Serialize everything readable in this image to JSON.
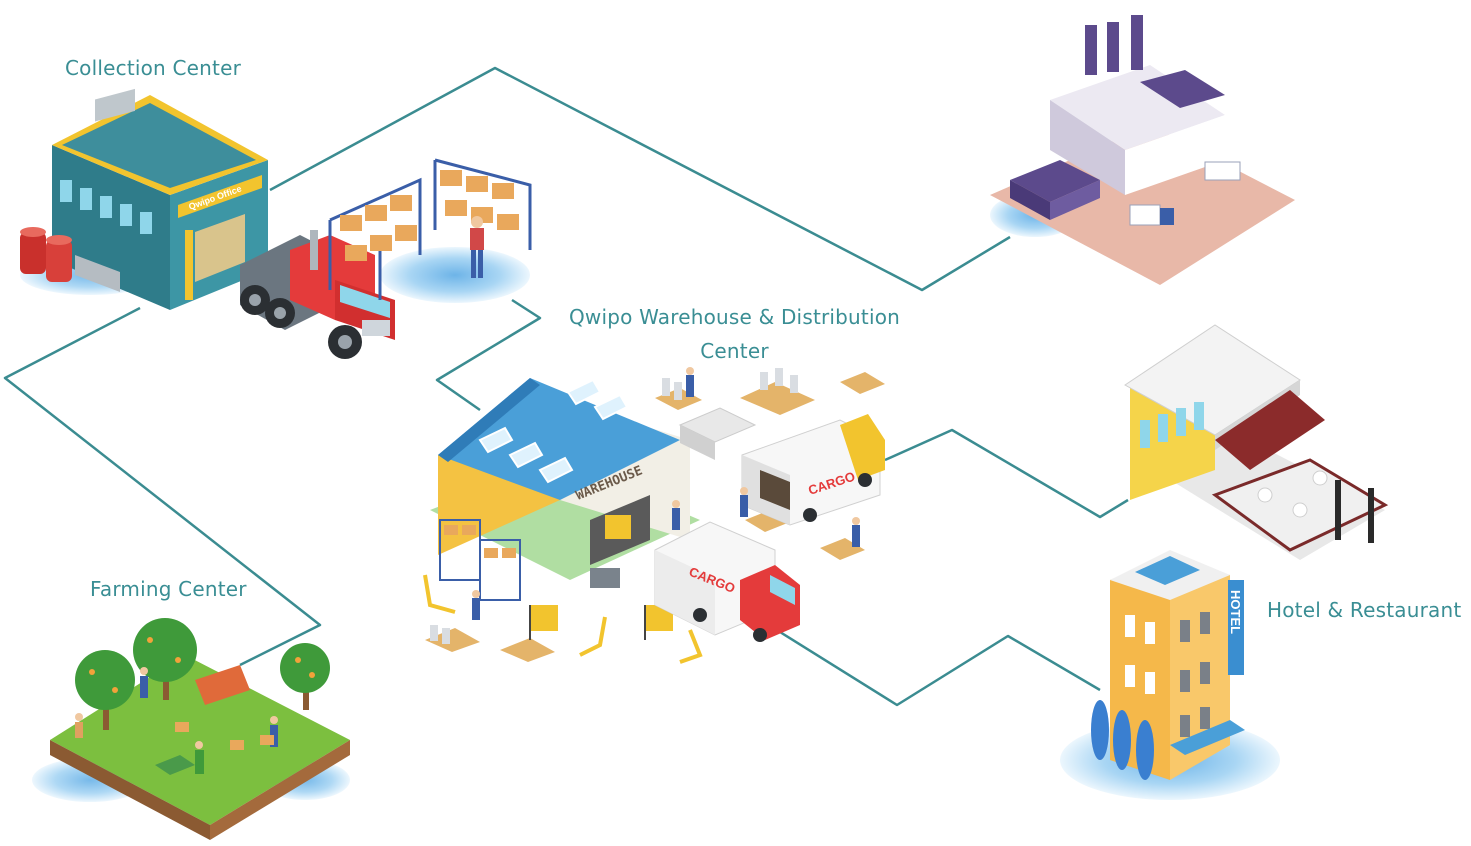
{
  "nodes": {
    "collection": {
      "label": "Collection Center",
      "sign": "Qwipo Office"
    },
    "warehouse": {
      "label_line1": "Qwipo Warehouse & Distribution",
      "label_line2": "Center",
      "roof_sign": "WAREHOUSE",
      "truck_text": "CARGO"
    },
    "farming": {
      "label": "Farming Center"
    },
    "hotel": {
      "label": "Hotel & Restaurant",
      "sign": "HOTEL"
    }
  },
  "colors": {
    "connector": "#3b8c91",
    "label": "#3a8e94",
    "roof_blue": "#4a9fd8",
    "truck_red": "#e43b3b",
    "factory_purple": "#5c4a8c",
    "hotel_yellow": "#f5b84a",
    "grass": "#7cbf3f"
  }
}
